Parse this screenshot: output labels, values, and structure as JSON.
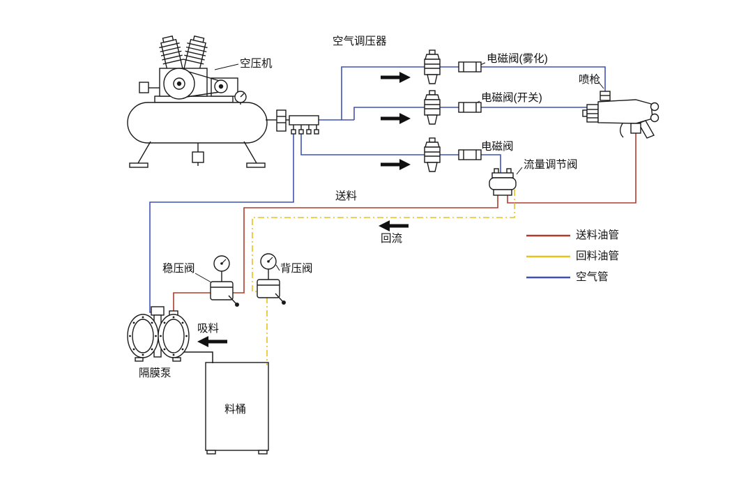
{
  "diagram": {
    "type": "piping-schematic",
    "labels": {
      "compressor": "空压机",
      "air_regulator": "空气调压器",
      "solenoid_atomize": "电磁阀(雾化)",
      "solenoid_switch": "电磁阀(开关)",
      "solenoid_plain": "电磁阀",
      "spray_gun": "喷枪",
      "flow_valve": "流量调节阀",
      "feed": "送料",
      "return_flow": "回流",
      "stabilizer_valve": "稳压阀",
      "back_pressure_valve": "背压阀",
      "suction": "吸料",
      "diaphragm_pump": "隔膜泵",
      "barrel": "料桶"
    },
    "legend": {
      "items": [
        {
          "label": "送料油管",
          "color": "#b03a2e"
        },
        {
          "label": "回料油管",
          "color": "#e8c11c"
        },
        {
          "label": "空气管",
          "color": "#3f51b5"
        }
      ]
    },
    "colors": {
      "feed_line": "#b03a2e",
      "return_line": "#e8c11c",
      "air_line": "#3f51b5",
      "outline": "#1a1a1a",
      "background": "#ffffff"
    }
  }
}
